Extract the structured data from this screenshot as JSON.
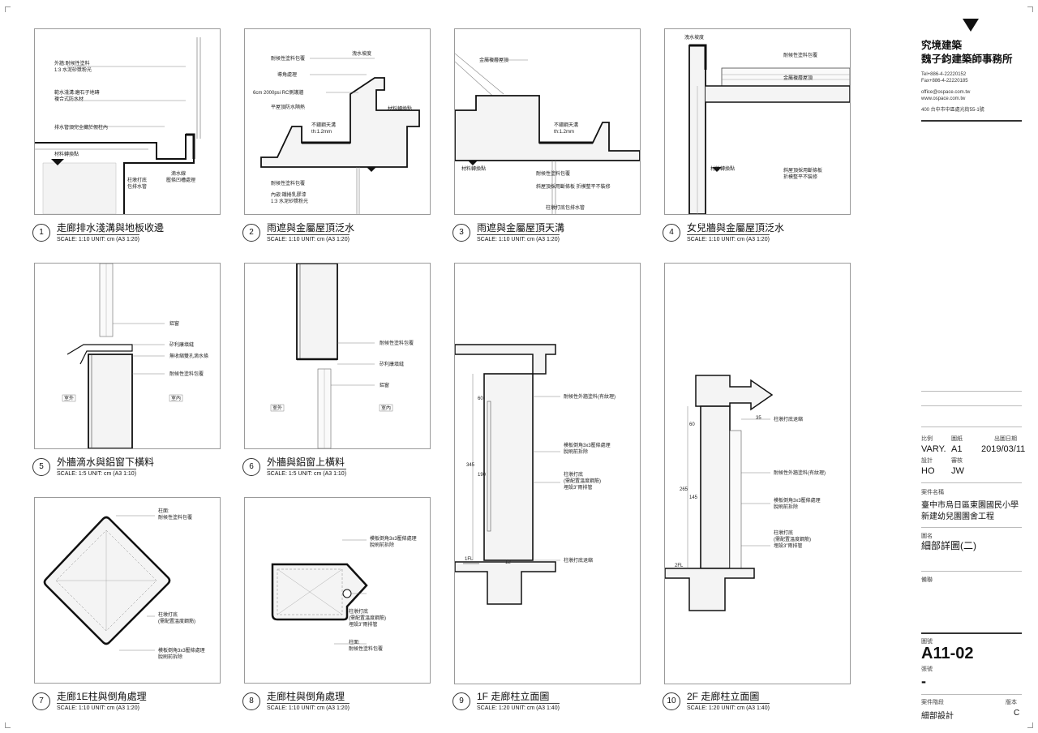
{
  "details": [
    {
      "num": "1",
      "title": "走廊排水淺溝與地板收邊",
      "scale": "SCALE: 1:10  UNIT: cm   (A3 1:20)",
      "notes": [
        "外牆:耐候性塗料",
        "1:3 水泥砂漿粉光",
        "範水淺溝:磨石子地磚",
        "複合式防水材",
        "排水管須完全藏於假柱內",
        "材料轉換點",
        "柱墩打底",
        "包排水管",
        "滴水線",
        "壓條凹槽處理"
      ]
    },
    {
      "num": "2",
      "title": "雨遮與金屬屋頂泛水",
      "scale": "SCALE: 1:10  UNIT: cm   (A3 1:20)",
      "notes": [
        "耐候性塗料包覆",
        "導角處理",
        "6cm 2000psi RC側護牆",
        "平屋頂防水隔熱",
        "不鏽鋼天溝",
        "th:1.2mm",
        "材料轉換點",
        "耐候性塗料包覆",
        "內嵌:鐵捲乳膠漆",
        "1:3 水泥砂漿粉光",
        "洩水坡度"
      ]
    },
    {
      "num": "3",
      "title": "雨遮與金屬屋頂天溝",
      "scale": "SCALE: 1:10  UNIT: cm   (A3 1:20)",
      "notes": [
        "金屬複層屋頂",
        "不鏽鋼天溝",
        "th:1.2mm",
        "材料轉換點",
        "耐候性塗料包覆",
        "斜屋頂採用斷條板 折模整平不裝修",
        "柱墩打底包排水管"
      ]
    },
    {
      "num": "4",
      "title": "女兒牆與金屬屋頂泛水",
      "scale": "SCALE: 1:10  UNIT: cm   (A3 1:20)",
      "notes": [
        "洩水坡度",
        "耐候性塗料包覆",
        "金屬複層屋頂",
        "材料轉換點",
        "斜屋頂採用斷條板",
        "折模整平不裝修"
      ]
    },
    {
      "num": "5",
      "title": "外牆滴水與鋁窗下橫料",
      "scale": "SCALE: 1:5  UNIT: cm   (A3 1:10)",
      "notes": [
        "鋁窗",
        "矽利康填縫",
        "無收縮雙孔滴水條",
        "耐候性塗料包覆",
        "室外",
        "室內"
      ]
    },
    {
      "num": "6",
      "title": "外牆與鋁窗上橫料",
      "scale": "SCALE: 1:5  UNIT: cm   (A3 1:10)",
      "notes": [
        "耐候性塗料包覆",
        "矽利康填縫",
        "鋁窗",
        "室外",
        "室內"
      ]
    },
    {
      "num": "7",
      "title": "走廊1E柱與倒角處理",
      "scale": "SCALE: 1:10  UNIT: cm   (A3 1:20)",
      "notes": [
        "柱面:",
        "耐候性塗料包覆",
        "柱墩打底",
        "(需配置溫度鋼筋)",
        "模板倒角3x3壓條處理",
        "脫刷前拆除"
      ]
    },
    {
      "num": "8",
      "title": "走廊柱與倒角處理",
      "scale": "SCALE: 1:10  UNIT: cm   (A3 1:20)",
      "notes": [
        "模板倒角3x3壓條處理",
        "脫刷前拆除",
        "柱墩打底",
        "(需配置溫度鋼筋)",
        "埋設3\"雨排管",
        "柱面:",
        "耐候性塗料包覆"
      ]
    },
    {
      "num": "9",
      "title": "1F 走廊柱立面圖",
      "scale": "SCALE: 1:20  UNIT: cm   (A3 1:40)",
      "notes": [
        "耐候性外牆塗料(有紋理)",
        "模板倒角3x3壓條處理",
        "脫刷前拆除",
        "柱墩打底",
        "(需配置溫度鋼筋)",
        "埋設3\"雨排管",
        "柱墩打底退縮",
        "1FL",
        "345",
        "190",
        "60",
        "12"
      ]
    },
    {
      "num": "10",
      "title": "2F 走廊柱立面圖",
      "scale": "SCALE: 1:20  UNIT: cm   (A3 1:40)",
      "notes": [
        "柱墩打底退縮",
        "耐候性外牆塗料(有紋理)",
        "模板倒角3x3壓條處理",
        "脫刷前拆除",
        "柱墩打底",
        "(需配置溫度鋼筋)",
        "埋設3\"雨排管",
        "2FL",
        "265",
        "145",
        "60",
        "35"
      ]
    }
  ],
  "titleblock": {
    "firm_line1": "究境建築",
    "firm_line2": "魏子鈞建築師事務所",
    "tel": "Tel+886-4-22220152",
    "fax": "Fax+886-4-22220185",
    "email": "office@ospace.com.tw",
    "web": "www.ospace.com.tw",
    "address": "400 台中市中區處光街55-1號",
    "scale_label": "比例",
    "scale_value": "VARY.",
    "paper_label": "圖紙",
    "paper_value": "A1",
    "date_label": "出圖日期",
    "date_value": "2019/03/11",
    "design_label": "設計",
    "design_value": "HO",
    "check_label": "審核",
    "check_value": "JW",
    "project_label": "案件名稱",
    "project_line1": "臺中市烏日區東園國民小學",
    "project_line2": "新建幼兒園園舍工程",
    "drawing_label": "圖名",
    "drawing_value": "細部詳圖(二)",
    "note_label": "備聯",
    "sheet_label": "圖號",
    "sheet_value": "A11-02",
    "page_label": "張號",
    "page_value": "-",
    "stage_label": "案件階段",
    "stage_value": "細部設計",
    "rev_label": "版本",
    "rev_value": "C"
  }
}
